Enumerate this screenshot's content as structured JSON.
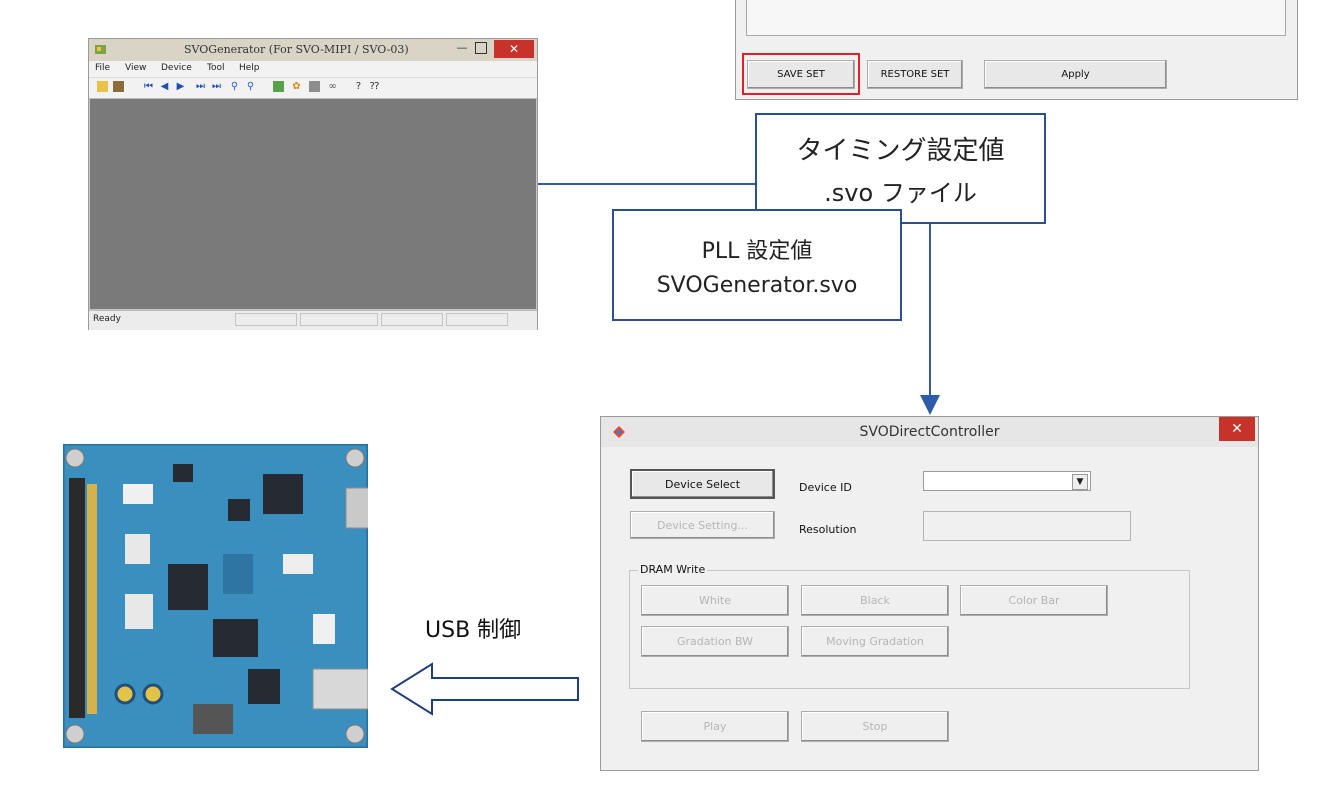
{
  "svogenerator_window": {
    "title": "SVOGenerator (For SVO-MIPI / SVO-03)",
    "menu": [
      "File",
      "View",
      "Device",
      "Tool",
      "Help"
    ],
    "status_text": "Ready",
    "minimize_glyph": "—",
    "close_glyph": "✕",
    "toolbar_icons": [
      "folder-open-icon",
      "save-icon",
      "first-icon",
      "previous-icon",
      "play-icon",
      "next-icon",
      "last-icon",
      "zoom-in-icon",
      "zoom-out-icon",
      "copy-icon",
      "settings-icon",
      "device-icon",
      "link-icon",
      "help-icon",
      "context-help-icon"
    ]
  },
  "svo_settings_window": {
    "save_set_label": "SAVE SET",
    "restore_set_label": "RESTORE SET",
    "apply_label": "Apply",
    "highlight_color": "#e2202c"
  },
  "callouts": {
    "timing": {
      "line1": "タイミング設定値",
      "line2": ".svo ファイル"
    },
    "pll": {
      "line1": "PLL 設定値",
      "line2": "SVOGenerator.svo"
    }
  },
  "usb_label": "USB 制御",
  "controller_window": {
    "title": "SVODirectController",
    "close_glyph": "✕",
    "device_select_label": "Device Select",
    "device_setting_label": "Device Setting...",
    "device_id_label": "Device ID",
    "device_id_value": "",
    "resolution_label": "Resolution",
    "resolution_value": "",
    "dram_group_label": "DRAM Write",
    "white_label": "White",
    "black_label": "Black",
    "color_bar_label": "Color Bar",
    "gradation_bw_label": "Gradation BW",
    "moving_gradation_label": "Moving Gradation",
    "play_label": "Play",
    "stop_label": "Stop"
  },
  "colors": {
    "connector_line": "#2f5ca8",
    "callout_border": "#2f4f8c",
    "board_pcb": "#3a8fbf",
    "arrow_outline": "#1f3f7a"
  }
}
